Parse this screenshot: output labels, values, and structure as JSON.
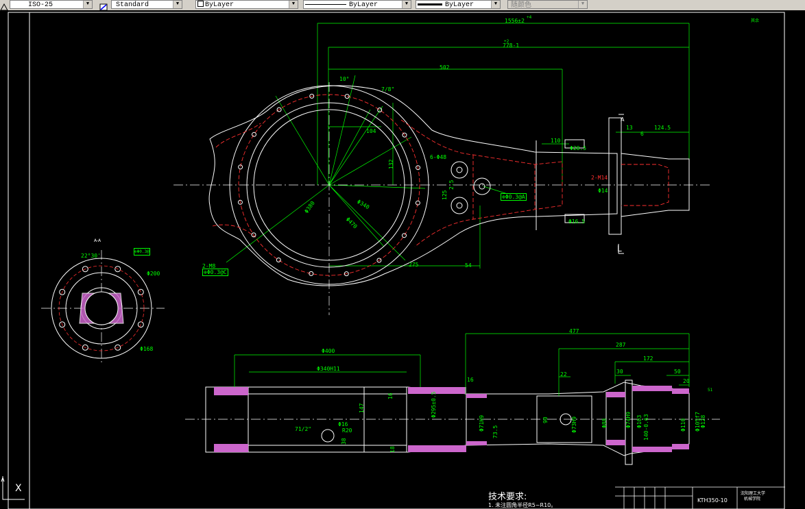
{
  "toolbar": {
    "dimstyle": "ISO-25",
    "textstyle": "Standard",
    "layer": "ByLayer",
    "linetype": "ByLayer",
    "lineweight": "ByLayer",
    "plotstyle": "随颜色"
  },
  "drawing": {
    "top_view": {
      "overall": "1556±2",
      "tol_overall": "+4",
      "half": "778-1",
      "tol_half": "+2",
      "d502": "502",
      "angle10": "10°",
      "angle_b": "7/8\"",
      "d104": "104",
      "d132": "132",
      "d110": "110",
      "d20_5": "Φ20.5",
      "d13": "13",
      "d6": "6",
      "d124_5": "124.5",
      "holes6": "6-Φ48",
      "d125": "125",
      "d2_5": "2.5",
      "thread": "2-M14",
      "d14": "Φ14",
      "tol_frame": "⊕Φ0.3@A",
      "d16_5": "Φ16.5",
      "d275": "275",
      "d54": "54",
      "phi380": "Φ380",
      "phi340": "Φ340",
      "phi470": "Φ470",
      "hole_label": "2-M8",
      "tol_frame2": "⊕Φ0.3@C",
      "section_mark": "A",
      "l_mark": "L",
      "corner_note": "其余"
    },
    "section_view": {
      "title": "A-A",
      "angle": "22°30'",
      "tol": "⊕Φ0.3@",
      "phi200": "Φ200",
      "phi168": "Φ168"
    },
    "side_view": {
      "d477": "477",
      "d287": "287",
      "d172": "172",
      "d30": "30",
      "d50": "50",
      "d20": "20",
      "d22": "22",
      "d16": "16",
      "d16b": "16",
      "d400": "Φ400",
      "d340h11": "Φ340H11",
      "d147": "147",
      "d73_5": "73.5",
      "d90": "90",
      "d295": "Φ295±0.5",
      "d18": "18",
      "d20b": "R20",
      "d16c": "Φ16",
      "d38": "38",
      "d71h9": "Φ71H9",
      "d73h9": "Φ73H9",
      "d74h9": "Φ74H9",
      "d88": "Φ88",
      "d140": "140-0.63",
      "d103": "Φ103",
      "d110b": "Φ110",
      "d105f7": "Φ105f7",
      "d128": "Φ128",
      "thread_note": "71/2\"",
      "d51": "51"
    },
    "title_block": {
      "requirements": "技术要求:",
      "note1": "1. 未注圆角半径R5~R10。",
      "drawing_no": "KTH350-10",
      "school": "沈阳理工大学",
      "dept": "机械学院"
    },
    "ucs_label": "X"
  },
  "colors": {
    "geometry": "#ffffff",
    "dimension": "#00ff00",
    "hidden": "#ff3030",
    "hatch": "#cc66cc",
    "highlight": "#ff00ff",
    "dim_arrow": "#00ff00"
  }
}
